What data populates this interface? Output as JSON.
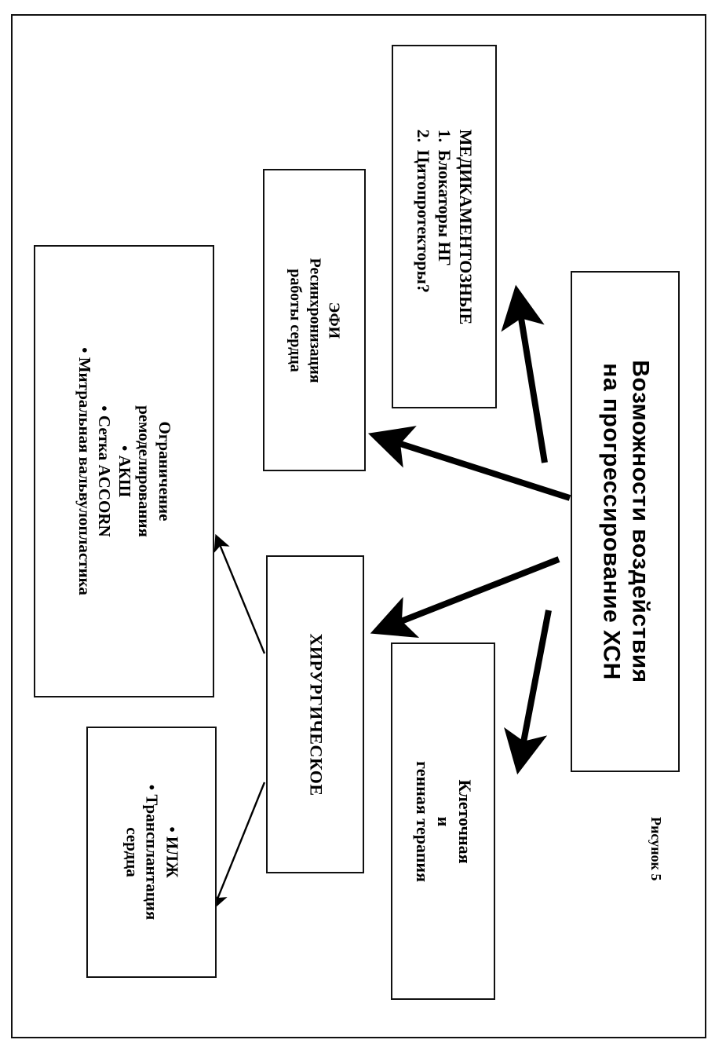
{
  "figure": {
    "caption": "Рисунок 5",
    "title": "Возможности воздействия на прогрессирование ХСН"
  },
  "nodes": {
    "title": {
      "label": "Возможности воздействия на прогрессирование ХСН",
      "lines": [
        "Возможности воздействия",
        "на прогрессирование ХСН"
      ]
    },
    "medication": {
      "heading": "МЕДИКАМЕНТОЗНЫЕ",
      "items": [
        {
          "num": "1.",
          "text": "Блокаторы НГ"
        },
        {
          "num": "2.",
          "text": "Цитопротекторы?"
        }
      ]
    },
    "efi": {
      "heading": "ЭФИ",
      "lines": [
        "Ресинхронизация",
        "работы сердца"
      ]
    },
    "remodeling": {
      "heading_lines": [
        "Ограничение",
        "ремоделирования"
      ],
      "bullets": [
        "АКШ",
        "Сетка ACCORN",
        "Митральная вальвулопластика"
      ]
    },
    "surgical": {
      "heading": "ХИРУРГИЧЕСКОЕ"
    },
    "celltherapy": {
      "lines": [
        "Клеточная",
        "и",
        "генная терапия"
      ]
    },
    "lvad": {
      "bullets": [
        "ИЛЖ",
        "Трансплантация",
        "сердца"
      ]
    }
  },
  "edges": [
    {
      "from": "title",
      "to": "medication",
      "style": "thick"
    },
    {
      "from": "title",
      "to": "efi",
      "style": "thick"
    },
    {
      "from": "title",
      "to": "surgical",
      "style": "thick"
    },
    {
      "from": "title",
      "to": "celltherapy",
      "style": "thick"
    },
    {
      "from": "surgical",
      "to": "remodeling",
      "style": "thin"
    },
    {
      "from": "surgical",
      "to": "lvad",
      "style": "thin"
    }
  ],
  "colors": {
    "ink": "#000000",
    "frame": "#111111",
    "background": "#ffffff"
  },
  "bullet_glyph": "•"
}
